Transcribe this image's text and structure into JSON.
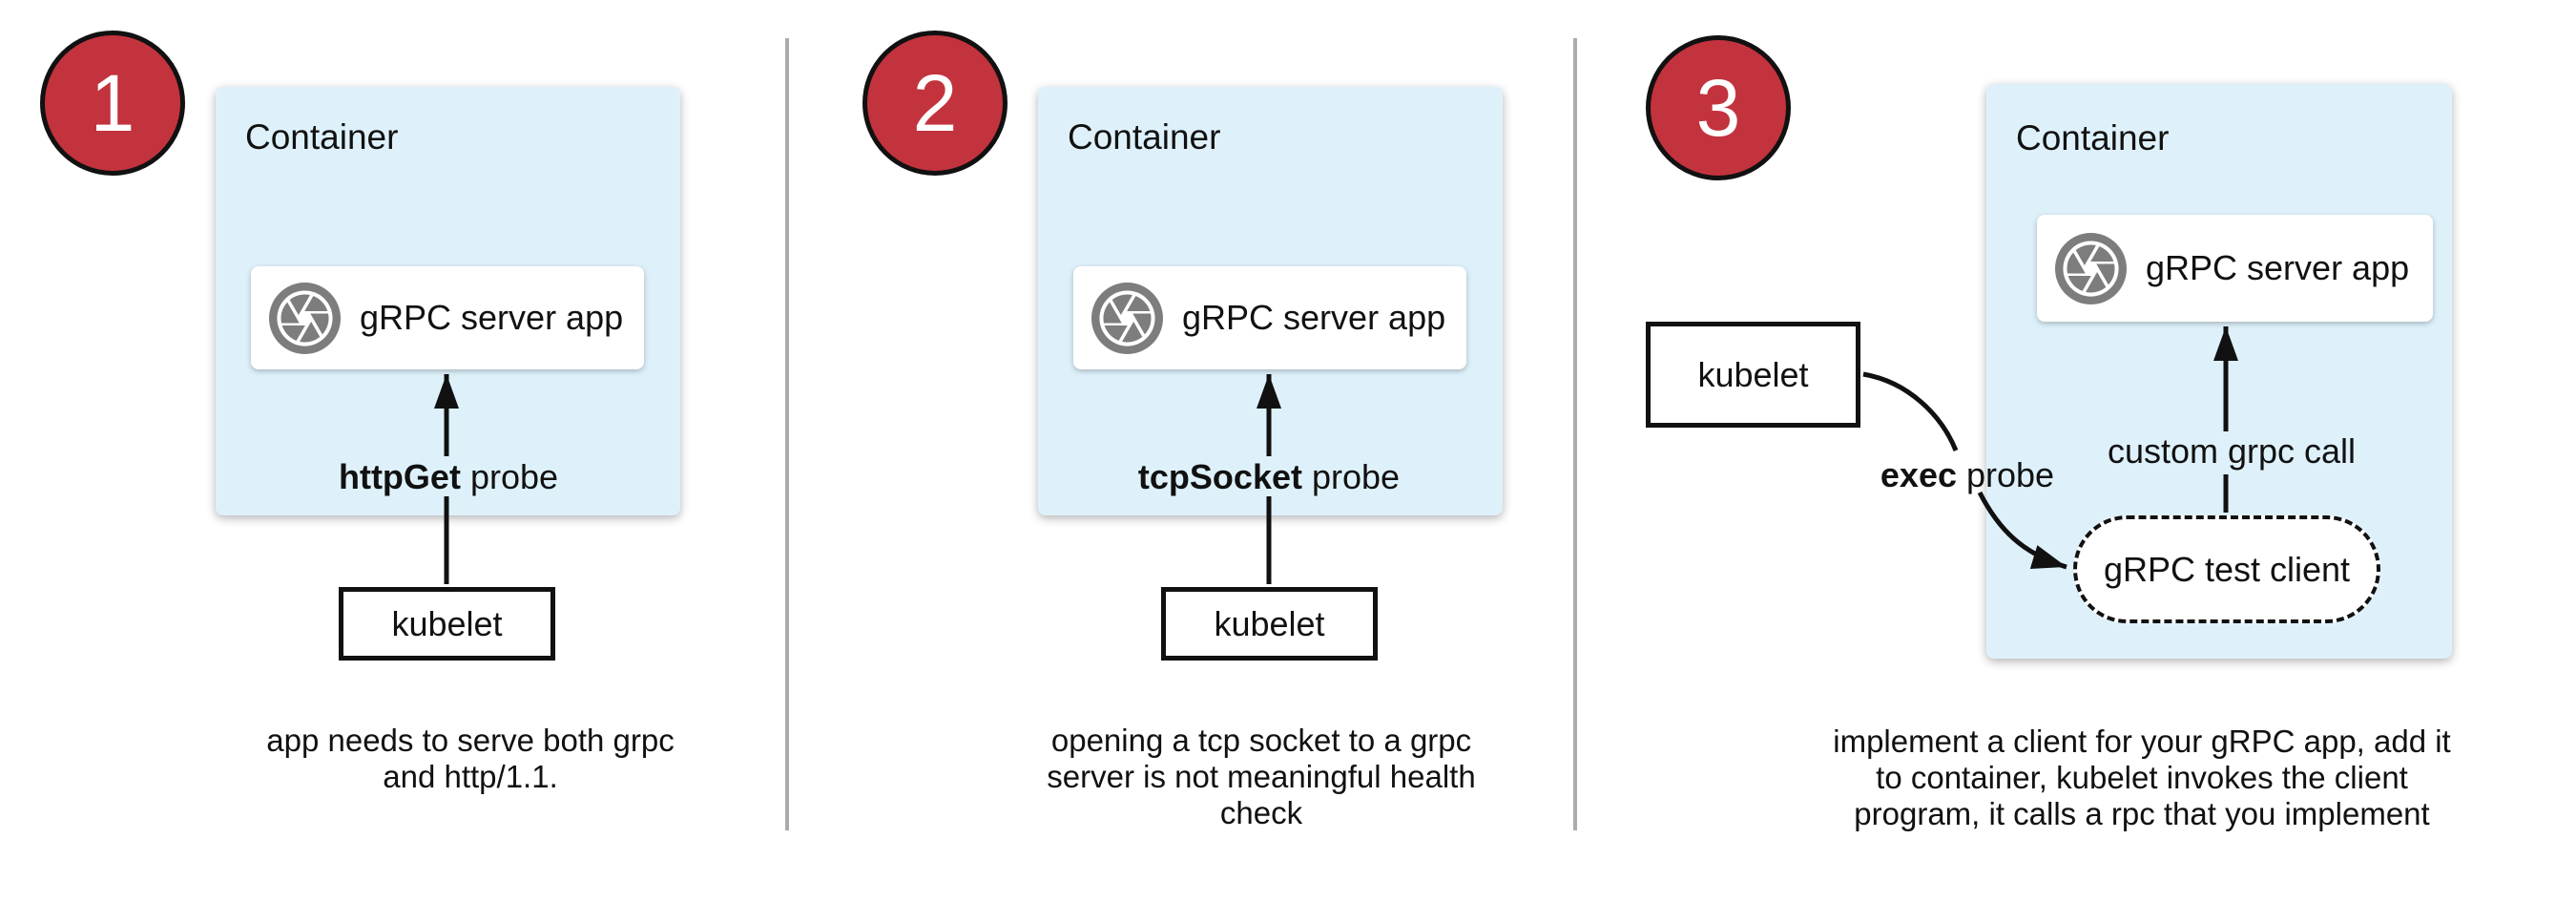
{
  "colors": {
    "panel_fill": "#DEF1FB",
    "badge_red": "#C2333E",
    "icon_gray": "#7D7D7D",
    "divider_gray": "#ABABAB",
    "ink": "#111111"
  },
  "icons": {
    "app_icon": "camera-aperture-icon"
  },
  "panels": [
    {
      "number": "1",
      "container_label": "Container",
      "app_label": "gRPC server app",
      "probe_bold": "httpGet",
      "probe_rest": " probe",
      "kubelet_label": "kubelet",
      "caption": [
        "app needs to serve both grpc",
        "and http/1.1."
      ]
    },
    {
      "number": "2",
      "container_label": "Container",
      "app_label": "gRPC server app",
      "probe_bold": "tcpSocket",
      "probe_rest": " probe",
      "kubelet_label": "kubelet",
      "caption": [
        "opening a tcp socket to a grpc",
        "server is not meaningful health",
        "check"
      ]
    },
    {
      "number": "3",
      "container_label": "Container",
      "app_label": "gRPC server app",
      "probe_bold": "exec",
      "probe_rest": " probe",
      "kubelet_label": "kubelet",
      "custom_call_label": "custom grpc call",
      "test_client_label": "gRPC test client",
      "caption": [
        "implement a client for your gRPC app, add it",
        "to container, kubelet invokes the client",
        "program, it calls a rpc that you implement"
      ]
    }
  ]
}
